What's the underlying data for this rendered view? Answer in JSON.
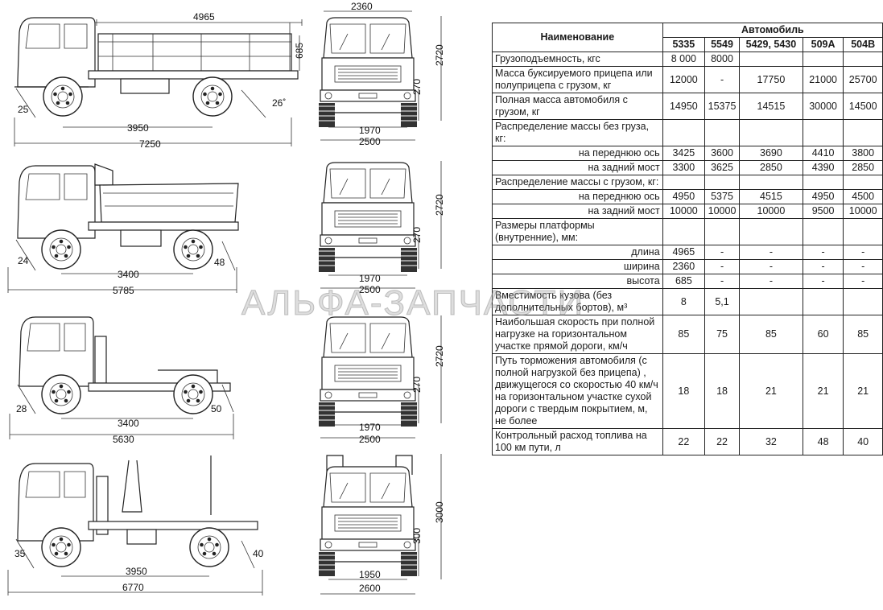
{
  "watermark": "АЛЬФА-ЗАПЧАСТИ",
  "table": {
    "name_header": "Наименование",
    "group_header": "Автомобиль",
    "models": [
      "5335",
      "5549",
      "5429, 5430",
      "509А",
      "504В"
    ],
    "rows": [
      {
        "label": "Грузоподъемность, кгс",
        "style": "name",
        "values": [
          "8 000",
          "8000",
          "",
          "",
          ""
        ]
      },
      {
        "label": "Масса буксируемого прицепа или полуприцепа с грузом, кг",
        "style": "name",
        "values": [
          "12000",
          "-",
          "17750",
          "21000",
          "25700"
        ]
      },
      {
        "label": "Полная масса автомобиля с грузом, кг",
        "style": "name",
        "values": [
          "14950",
          "15375",
          "14515",
          "30000",
          "14500"
        ]
      },
      {
        "label": "Распределение массы без груза, кг:",
        "style": "name",
        "values": [
          "",
          "",
          "",
          "",
          ""
        ]
      },
      {
        "label": "на переднюю ось",
        "style": "sub",
        "values": [
          "3425",
          "3600",
          "3690",
          "4410",
          "3800"
        ]
      },
      {
        "label": "на задний мост",
        "style": "sub",
        "values": [
          "3300",
          "3625",
          "2850",
          "4390",
          "2850"
        ]
      },
      {
        "label": "Распределение массы с грузом, кг:",
        "style": "name",
        "values": [
          "",
          "",
          "",
          "",
          ""
        ]
      },
      {
        "label": "на переднюю ось",
        "style": "sub",
        "values": [
          "4950",
          "5375",
          "4515",
          "4950",
          "4500"
        ]
      },
      {
        "label": "на задний мост",
        "style": "sub",
        "values": [
          "10000",
          "10000",
          "10000",
          "9500",
          "10000"
        ]
      },
      {
        "label": "Размеры платформы (внутренние), мм:",
        "style": "name",
        "values": [
          "",
          "",
          "",
          "",
          ""
        ]
      },
      {
        "label": "длина",
        "style": "sub",
        "values": [
          "4965",
          "-",
          "-",
          "-",
          "-"
        ]
      },
      {
        "label": "ширина",
        "style": "sub",
        "values": [
          "2360",
          "-",
          "-",
          "-",
          "-"
        ]
      },
      {
        "label": "высота",
        "style": "sub",
        "values": [
          "685",
          "-",
          "-",
          "-",
          "-"
        ]
      },
      {
        "label": "Вместимость кузова (без дополнительных бортов), м³",
        "style": "name",
        "values": [
          "8",
          "5,1",
          "",
          "",
          ""
        ]
      },
      {
        "label": "Наибольшая скорость при полной нагрузке на горизонтальном участке прямой дороги, км/ч",
        "style": "name",
        "values": [
          "85",
          "75",
          "85",
          "60",
          "85"
        ]
      },
      {
        "label": "Путь торможения автомобиля (с полной нагрузкой без прицепа) , движущегося со скоростью 40 км/ч на горизонтальном участке сухой дороги с твердым покрытием, м, не более",
        "style": "name",
        "values": [
          "18",
          "18",
          "21",
          "21",
          "21"
        ]
      },
      {
        "label": "Контрольный расход топлива на 100 км пути, л",
        "style": "name",
        "values": [
          "22",
          "22",
          "32",
          "48",
          "40"
        ]
      }
    ]
  },
  "drawings": {
    "truck1": {
      "length": "4965",
      "height": "685",
      "wheelbase": "3950",
      "overall": "7250",
      "angle_front": "25",
      "angle_rear": "26˚"
    },
    "front1": {
      "width": "2360",
      "height": "2720",
      "clearance": "270",
      "track": "1970",
      "overall_width": "2500"
    },
    "truck2": {
      "wheelbase": "3400",
      "overall": "5785",
      "angle_front": "24",
      "angle_rear": "48"
    },
    "front2": {
      "height": "2720",
      "clearance": "270",
      "track": "1970",
      "overall_width": "2500"
    },
    "truck3": {
      "wheelbase": "3400",
      "overall": "5630",
      "angle_front": "28",
      "angle_rear": "50"
    },
    "front3": {
      "height": "2720",
      "clearance": "270",
      "track": "1970",
      "overall_width": "2500"
    },
    "truck4": {
      "wheelbase": "3950",
      "overall": "6770",
      "angle_front": "35",
      "angle_rear": "40"
    },
    "front4": {
      "height": "3000",
      "clearance": "300",
      "track": "1950",
      "overall_width": "2600"
    }
  }
}
